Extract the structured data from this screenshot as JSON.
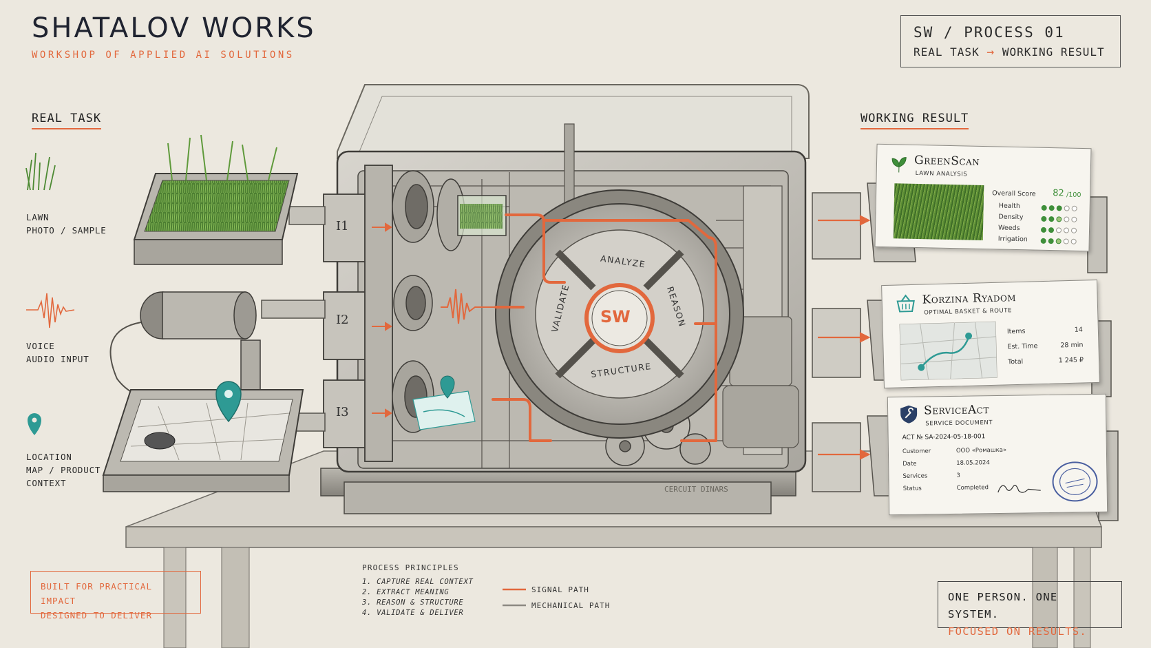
{
  "brand": {
    "title": "SHATALOV WORKS",
    "subtitle": "WORKSHOP OF APPLIED AI SOLUTIONS"
  },
  "process_box": {
    "title": "SW / PROCESS 01",
    "from": "REAL TASK",
    "arrow": "→",
    "to": "WORKING RESULT"
  },
  "sections": {
    "left": "REAL TASK",
    "right": "WORKING RESULT"
  },
  "inputs": [
    {
      "line1": "LAWN",
      "line2": "PHOTO / SAMPLE",
      "line3": ""
    },
    {
      "line1": "VOICE",
      "line2": "AUDIO INPUT",
      "line3": ""
    },
    {
      "line1": "LOCATION",
      "line2": "MAP / PRODUCT",
      "line3": "CONTEXT"
    }
  ],
  "machine": {
    "ports": [
      "I1",
      "I2",
      "I3"
    ],
    "core_center": "SW",
    "core_segments": [
      "ANALYZE",
      "REASON",
      "STRUCTURE",
      "VALIDATE"
    ]
  },
  "cards": {
    "greenscan": {
      "title": "GreenScan",
      "subtitle": "LAWN ANALYSIS",
      "score_label": "Overall Score",
      "score_value": "82",
      "score_max": "/100",
      "metrics": [
        {
          "label": "Health",
          "level": 3
        },
        {
          "label": "Density",
          "level": 2.5
        },
        {
          "label": "Weeds",
          "level": 2
        },
        {
          "label": "Irrigation",
          "level": 2.5
        }
      ]
    },
    "korzina": {
      "title": "Korzina Ryadom",
      "subtitle": "OPTIMAL BASKET & ROUTE",
      "rows": [
        {
          "label": "Items",
          "value": "14"
        },
        {
          "label": "Est. Time",
          "value": "28 min"
        },
        {
          "label": "Total",
          "value": "1 245 ₽"
        }
      ]
    },
    "serviceact": {
      "title": "ServiceAct",
      "subtitle": "SERVICE DOCUMENT",
      "act_no": "ACT № SA-2024-05-18-001",
      "rows": [
        {
          "label": "Customer",
          "value": "ООО «Ромашка»"
        },
        {
          "label": "Date",
          "value": "18.05.2024"
        },
        {
          "label": "Services",
          "value": "3"
        },
        {
          "label": "Status",
          "value": "Completed"
        }
      ]
    }
  },
  "impact_box": {
    "line1": "BUILT FOR PRACTICAL IMPACT",
    "line2": "DESIGNED TO DELIVER"
  },
  "principles": {
    "title": "PROCESS PRINCIPLES",
    "items": [
      "1. CAPTURE REAL CONTEXT",
      "2. EXTRACT MEANING",
      "3. REASON & STRUCTURE",
      "4. VALIDATE & DELIVER"
    ]
  },
  "legend": {
    "signal": "SIGNAL PATH",
    "mechanical": "MECHANICAL PATH"
  },
  "tagline": {
    "line1": "ONE PERSON. ONE SYSTEM.",
    "line2": "FOCUSED ON RESULTS."
  },
  "colors": {
    "accent": "#e2683d",
    "green": "#3f8f3a",
    "teal": "#2e9a94",
    "paper": "#ece8df",
    "ink": "#2b2a28"
  }
}
